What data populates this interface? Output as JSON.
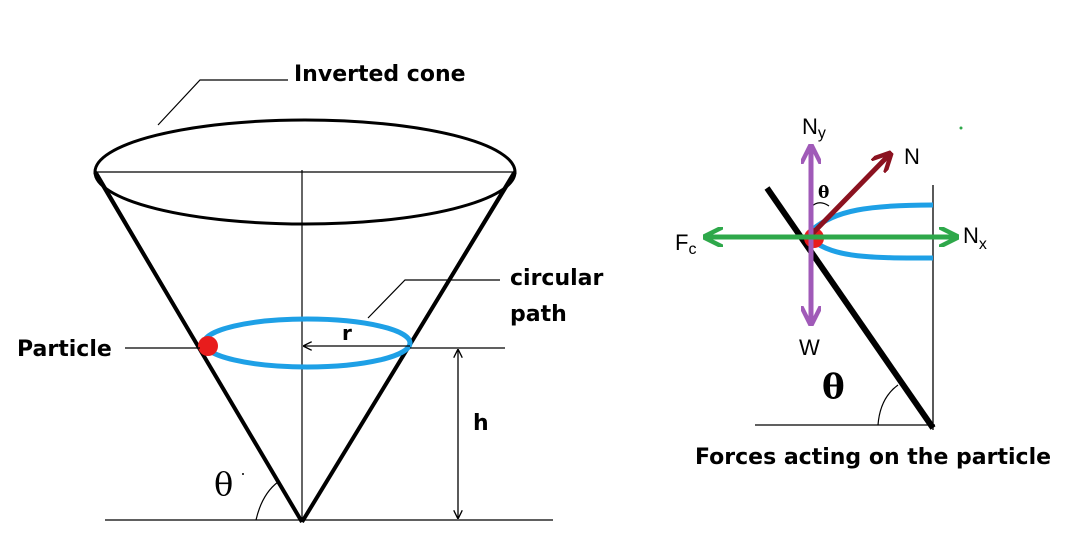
{
  "left_diagram": {
    "cone_label": "Inverted cone",
    "path_label_line1": "circular",
    "path_label_line2": "path",
    "particle_label": "Particle",
    "radius_label": "r",
    "height_label": "h",
    "angle_label": "θ"
  },
  "right_diagram": {
    "normal_label": "N",
    "ny_label_main": "N",
    "ny_label_sub": "y",
    "nx_label_main": "N",
    "nx_label_sub": "x",
    "fc_label_main": "F",
    "fc_label_sub": "c",
    "weight_label": "W",
    "small_angle_label": "θ",
    "angle_label": "θ",
    "caption": "Forces acting on the particle"
  },
  "colors": {
    "path": "#1ea0e6",
    "particle": "#e81c1c",
    "vertical_force": "#a05ab8",
    "horizontal_force": "#2ea84a",
    "normal_force": "#8b1220",
    "outline": "#000000"
  }
}
